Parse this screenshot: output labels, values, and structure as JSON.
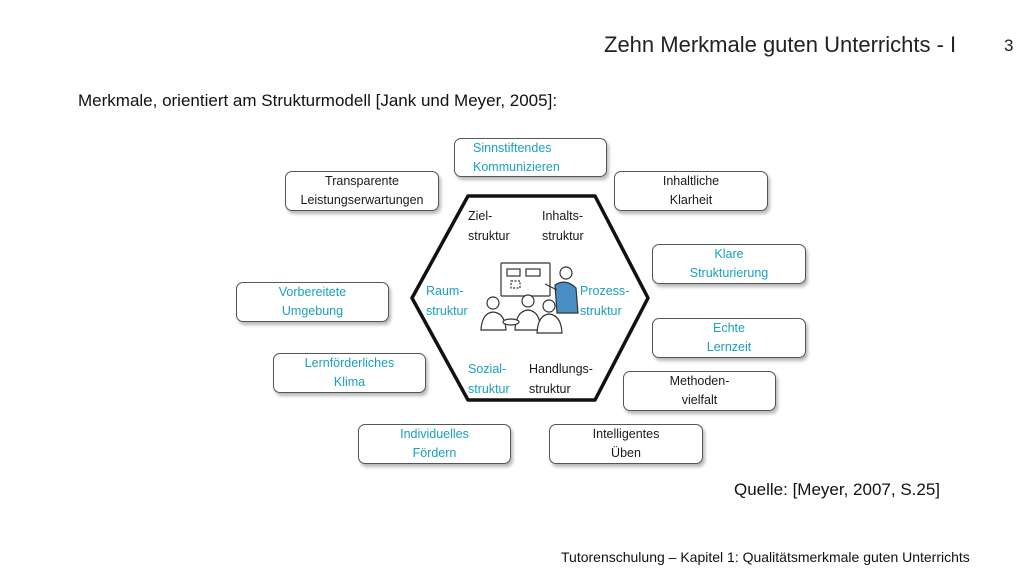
{
  "slide": {
    "title": "Zehn Merkmale guten Unterrichts - I",
    "page_number": "3",
    "subtitle": "Merkmale, orientiert am Strukturmodell [Jank und Meyer, 2005]:",
    "source": "Quelle: [Meyer, 2007, S.25]",
    "footer": "Tutorenschulung – Kapitel 1: Qualitätsmerkmale guten Unterrichts"
  },
  "colors": {
    "accent_blue": "#1aa0be",
    "figure_blue": "#4a8fc4",
    "text_dark": "#1a1a1a"
  },
  "merkmale": [
    {
      "id": "sinnstiftendes",
      "text": "Sinnstiftendes\nKommunizieren",
      "color": "blue"
    },
    {
      "id": "transparente",
      "text": "Transparente\nLeistungserwartungen",
      "color": "dark"
    },
    {
      "id": "inhaltliche",
      "text": "Inhaltliche\nKlarheit",
      "color": "dark"
    },
    {
      "id": "klare",
      "text": "Klare\nStrukturierung",
      "color": "blue"
    },
    {
      "id": "vorbereitete",
      "text": "Vorbereitete\nUmgebung",
      "color": "blue"
    },
    {
      "id": "echte",
      "text": "Echte\nLernzeit",
      "color": "blue"
    },
    {
      "id": "lernfoerderliches",
      "text": "Lernförderliches\nKlima",
      "color": "blue"
    },
    {
      "id": "methoden",
      "text": "Methoden-\nvielfalt",
      "color": "dark"
    },
    {
      "id": "individuelles",
      "text": "Individuelles\nFördern",
      "color": "blue"
    },
    {
      "id": "intelligentes",
      "text": "Intelligentes\nÜben",
      "color": "dark"
    }
  ],
  "strukturen": [
    {
      "id": "ziel",
      "text": "Ziel-\nstruktur",
      "color": "dark"
    },
    {
      "id": "inhalts",
      "text": "Inhalts-\nstruktur",
      "color": "dark"
    },
    {
      "id": "raum",
      "text": "Raum-\nstruktur",
      "color": "blue"
    },
    {
      "id": "prozess",
      "text": "Prozess-\nstruktur",
      "color": "blue"
    },
    {
      "id": "sozial",
      "text": "Sozial-\nstruktur",
      "color": "blue"
    },
    {
      "id": "handlungs",
      "text": "Handlungs-\nstruktur",
      "color": "dark"
    }
  ],
  "icons": {
    "center": "classroom-teacher-icon"
  }
}
